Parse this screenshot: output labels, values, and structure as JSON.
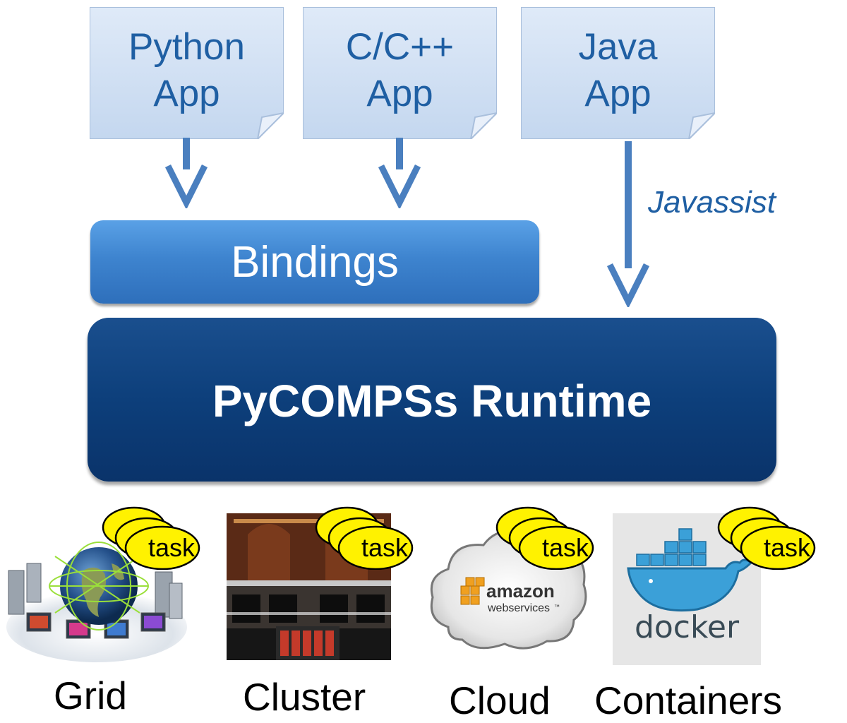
{
  "apps": [
    {
      "line1": "Python",
      "line2": "App"
    },
    {
      "line1": "C/C++",
      "line2": "App"
    },
    {
      "line1": "Java",
      "line2": "App"
    }
  ],
  "javassist_label": "Javassist",
  "bindings_label": "Bindings",
  "runtime_label": "PyCOMPSs Runtime",
  "task_label": "task",
  "infra": [
    {
      "caption": "Grid"
    },
    {
      "caption": "Cluster"
    },
    {
      "caption": "Cloud"
    },
    {
      "caption": "Containers"
    }
  ],
  "logos": {
    "amazon_word": "amazon",
    "aws_sub": "webservices",
    "tm": "™",
    "docker_word": "docker"
  },
  "colors": {
    "app_text": "#1f5fa3",
    "bindings": "#3e84cf",
    "runtime": "#0d3f7b",
    "task_fill": "#fff200",
    "arrow": "#4a7fbf"
  }
}
